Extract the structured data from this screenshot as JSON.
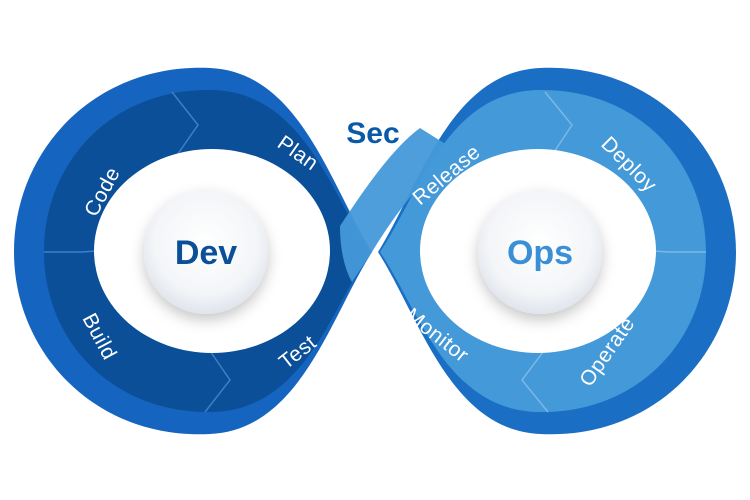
{
  "diagram": {
    "top_label": "Sec",
    "dev_label": "Dev",
    "ops_label": "Ops",
    "stages": {
      "plan": "Plan",
      "code": "Code",
      "build": "Build",
      "test": "Test",
      "release": "Release",
      "deploy": "Deploy",
      "operate": "Operate",
      "monitor": "Monitor"
    }
  },
  "colors": {
    "dev_dark": "#0b4f99",
    "dev_outer": "#1565c0",
    "ops_light": "#4499d9",
    "ops_outer": "#1a6fc4",
    "dev_text": "#0b4f99",
    "ops_text": "#3a8fd6",
    "sec_text": "#0b5aa8"
  }
}
